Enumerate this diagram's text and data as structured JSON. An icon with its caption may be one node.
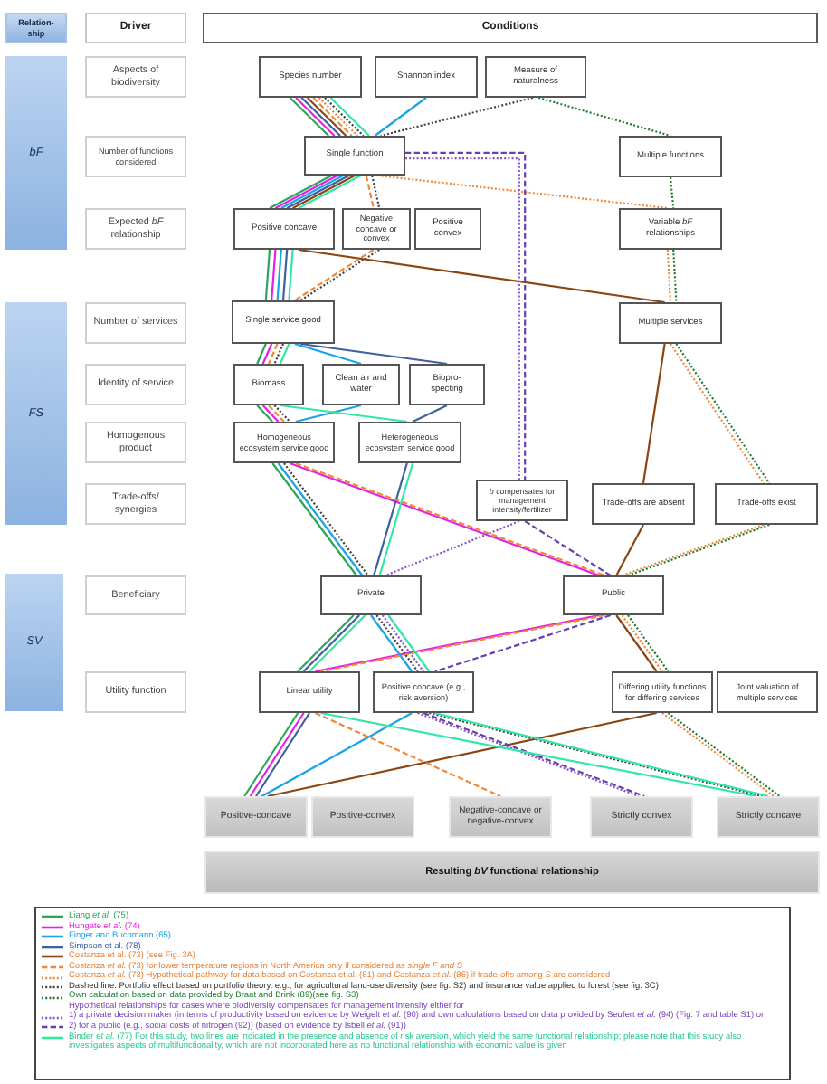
{
  "diagram": {
    "nodes": [
      {
        "text": [
          "Relation-ship"
        ]
      },
      {
        "text": [
          "Driver"
        ]
      },
      {
        "text": [
          "Conditions"
        ]
      },
      {
        "text": [
          "bF"
        ]
      },
      {
        "text": [
          "Aspects of biodiversity"
        ]
      },
      {
        "text": [
          "Number of functions considered"
        ]
      },
      {
        "text": [
          "Expected *bF* relationship"
        ]
      },
      {
        "text": [
          "FS"
        ]
      },
      {
        "text": [
          "Number of services"
        ]
      },
      {
        "text": [
          "Identity of service"
        ]
      },
      {
        "text": [
          "Homogenous product"
        ]
      },
      {
        "text": [
          "Trade-offs/ synergies"
        ]
      },
      {
        "text": [
          "SV"
        ]
      },
      {
        "text": [
          "Beneficiary"
        ]
      },
      {
        "text": [
          "Utility function"
        ]
      },
      {
        "text": [
          "Species number"
        ]
      },
      {
        "text": [
          "Shannon index"
        ]
      },
      {
        "text": [
          "Measure of naturalness"
        ]
      },
      {
        "text": [
          "Single function"
        ]
      },
      {
        "text": [
          "Multiple functions"
        ]
      },
      {
        "text": [
          "Positive concave"
        ]
      },
      {
        "text": [
          "Negative concave or convex"
        ]
      },
      {
        "text": [
          "Positive convex"
        ]
      },
      {
        "text": [
          "Variable *bF* relationships"
        ]
      },
      {
        "text": [
          "Single service good"
        ]
      },
      {
        "text": [
          "Multiple services"
        ]
      },
      {
        "text": [
          "Biomass"
        ]
      },
      {
        "text": [
          "Clean air and water"
        ]
      },
      {
        "text": [
          "Biopro-specting"
        ]
      },
      {
        "text": [
          "Homogeneous ecosystem service good"
        ]
      },
      {
        "text": [
          "Heterogeneous ecosystem service good"
        ]
      },
      {
        "text": [
          "*b* compensates for management intensity/fertilizer"
        ]
      },
      {
        "text": [
          "Trade-offs are absent"
        ]
      },
      {
        "text": [
          "Trade-offs exist"
        ]
      },
      {
        "text": [
          "Private"
        ]
      },
      {
        "text": [
          "Public"
        ]
      },
      {
        "text": [
          "Linear utility"
        ]
      },
      {
        "text": [
          "Positive concave (e.g., risk aversion)"
        ]
      },
      {
        "text": [
          "Differing utility functions for differing services"
        ]
      },
      {
        "text": [
          "Joint valuation of multiple services"
        ]
      },
      {
        "text": [
          "Positive-concave"
        ]
      },
      {
        "text": [
          "Positive-convex"
        ]
      },
      {
        "text": [
          "Negative-concave or negative-convex"
        ]
      },
      {
        "text": [
          "Strictly convex"
        ]
      },
      {
        "text": [
          "Strictly concave"
        ]
      },
      {
        "text": [
          "Resulting *bV* functional relationship"
        ]
      }
    ],
    "edges": [
      {
        "from": 15,
        "to": 18,
        "arrow": "none",
        "color": "#2aa55a"
      },
      {
        "from": 18,
        "to": 20,
        "arrow": "none",
        "color": "#2aa55a"
      },
      {
        "from": 20,
        "to": 24,
        "arrow": "none",
        "color": "#2aa55a"
      },
      {
        "from": 24,
        "to": 26,
        "arrow": "none",
        "color": "#2aa55a"
      },
      {
        "from": 26,
        "to": 29,
        "arrow": "none",
        "color": "#2aa55a"
      },
      {
        "from": 29,
        "to": 34,
        "arrow": "none",
        "color": "#2aa55a"
      },
      {
        "from": 34,
        "to": 36,
        "arrow": "none",
        "color": "#2aa55a"
      },
      {
        "from": 36,
        "to": 40,
        "arrow": "none",
        "color": "#2aa55a"
      },
      {
        "from": 15,
        "to": 18,
        "arrow": "none",
        "color": "#e61ee6"
      },
      {
        "from": 18,
        "to": 20,
        "arrow": "none",
        "color": "#e61ee6"
      },
      {
        "from": 20,
        "to": 24,
        "arrow": "none",
        "color": "#e61ee6"
      },
      {
        "from": 24,
        "to": 26,
        "arrow": "none",
        "color": "#e61ee6"
      },
      {
        "from": 26,
        "to": 29,
        "arrow": "none",
        "color": "#e61ee6"
      },
      {
        "from": 29,
        "to": 35,
        "arrow": "none",
        "color": "#e61ee6"
      },
      {
        "from": 35,
        "to": 36,
        "arrow": "none",
        "color": "#e61ee6"
      },
      {
        "from": 36,
        "to": 40,
        "arrow": "none",
        "color": "#e61ee6"
      },
      {
        "from": 16,
        "to": 18,
        "arrow": "none",
        "color": "#1aa3e8"
      },
      {
        "from": 18,
        "to": 20,
        "arrow": "none",
        "color": "#1aa3e8"
      },
      {
        "from": 20,
        "to": 24,
        "arrow": "none",
        "color": "#1aa3e8"
      },
      {
        "from": 24,
        "to": 27,
        "arrow": "none",
        "color": "#1aa3e8"
      },
      {
        "from": 27,
        "to": 29,
        "arrow": "none",
        "color": "#1aa3e8"
      },
      {
        "from": 29,
        "to": 34,
        "arrow": "none",
        "color": "#1aa3e8"
      },
      {
        "from": 34,
        "to": 37,
        "arrow": "none",
        "color": "#1aa3e8"
      },
      {
        "from": 37,
        "to": 40,
        "arrow": "none",
        "color": "#1aa3e8"
      },
      {
        "from": 15,
        "to": 18,
        "arrow": "none",
        "color": "#3f5f9f"
      },
      {
        "from": 18,
        "to": 20,
        "arrow": "none",
        "color": "#3f5f9f"
      },
      {
        "from": 20,
        "to": 24,
        "arrow": "none",
        "color": "#3f5f9f"
      },
      {
        "from": 24,
        "to": 28,
        "arrow": "none",
        "color": "#3f5f9f"
      },
      {
        "from": 28,
        "to": 30,
        "arrow": "none",
        "color": "#3f5f9f"
      },
      {
        "from": 30,
        "to": 34,
        "arrow": "none",
        "color": "#3f5f9f"
      },
      {
        "from": 34,
        "to": 36,
        "arrow": "none",
        "color": "#3f5f9f"
      },
      {
        "from": 36,
        "to": 40,
        "arrow": "none",
        "color": "#3f5f9f"
      },
      {
        "from": 15,
        "to": 18,
        "arrow": "none",
        "color": "#8a4513"
      },
      {
        "from": 18,
        "to": 20,
        "arrow": "none",
        "color": "#8a4513"
      },
      {
        "from": 20,
        "to": 25,
        "arrow": "none",
        "color": "#8a4513"
      },
      {
        "from": 25,
        "to": 32,
        "arrow": "none",
        "color": "#8a4513"
      },
      {
        "from": 32,
        "to": 35,
        "arrow": "none",
        "color": "#8a4513"
      },
      {
        "from": 35,
        "to": 38,
        "arrow": "none",
        "color": "#8a4513"
      },
      {
        "from": 38,
        "to": 40,
        "arrow": "none",
        "color": "#8a4513"
      },
      {
        "from": 15,
        "to": 18,
        "arrow": "none",
        "style": "dashed",
        "color": "#f0883a"
      },
      {
        "from": 18,
        "to": 21,
        "arrow": "none",
        "style": "dashed",
        "color": "#f0883a"
      },
      {
        "from": 21,
        "to": 24,
        "arrow": "none",
        "style": "dashed",
        "color": "#f0883a"
      },
      {
        "from": 24,
        "to": 26,
        "arrow": "none",
        "style": "dashed",
        "color": "#f0883a"
      },
      {
        "from": 26,
        "to": 29,
        "arrow": "none",
        "style": "dashed",
        "color": "#f0883a"
      },
      {
        "from": 29,
        "to": 35,
        "arrow": "none",
        "style": "dashed",
        "color": "#f0883a"
      },
      {
        "from": 35,
        "to": 36,
        "arrow": "none",
        "style": "dashed",
        "color": "#f0883a"
      },
      {
        "from": 36,
        "to": 42,
        "arrow": "none",
        "style": "dashed",
        "color": "#f0883a"
      },
      {
        "from": 15,
        "to": 18,
        "arrow": "none",
        "style": "dashed",
        "color": "#f0883a"
      },
      {
        "from": 18,
        "to": 23,
        "arrow": "none",
        "style": "dashed",
        "color": "#f0883a"
      },
      {
        "from": 23,
        "to": 25,
        "arrow": "none",
        "style": "dashed",
        "color": "#f0883a"
      },
      {
        "from": 25,
        "to": 33,
        "arrow": "none",
        "style": "dashed",
        "color": "#f0883a"
      },
      {
        "from": 33,
        "to": 35,
        "arrow": "none",
        "style": "dashed",
        "color": "#f0883a"
      },
      {
        "from": 35,
        "to": 38,
        "arrow": "none",
        "style": "dashed",
        "color": "#f0883a"
      },
      {
        "from": 38,
        "to": 44,
        "arrow": "none",
        "style": "dashed",
        "color": "#f0883a"
      },
      {
        "from": 15,
        "to": 18,
        "arrow": "none",
        "style": "dashed",
        "color": "#404040"
      },
      {
        "from": 17,
        "to": 18,
        "arrow": "none",
        "style": "dashed",
        "color": "#404040"
      },
      {
        "from": 18,
        "to": 21,
        "arrow": "none",
        "style": "dashed",
        "color": "#404040"
      },
      {
        "from": 21,
        "to": 24,
        "arrow": "none",
        "style": "dashed",
        "color": "#404040"
      },
      {
        "from": 24,
        "to": 26,
        "arrow": "none",
        "style": "dashed",
        "color": "#404040"
      },
      {
        "from": 26,
        "to": 29,
        "arrow": "none",
        "style": "dashed",
        "color": "#404040"
      },
      {
        "from": 29,
        "to": 34,
        "arrow": "none",
        "style": "dashed",
        "color": "#404040"
      },
      {
        "from": 34,
        "to": 37,
        "arrow": "none",
        "style": "dashed",
        "color": "#404040"
      },
      {
        "from": 37,
        "to": 44,
        "arrow": "none",
        "style": "dashed",
        "color": "#404040"
      },
      {
        "from": 17,
        "to": 19,
        "arrow": "none",
        "style": "dashed",
        "color": "#1f7a32"
      },
      {
        "from": 19,
        "to": 23,
        "arrow": "none",
        "style": "dashed",
        "color": "#1f7a32"
      },
      {
        "from": 23,
        "to": 25,
        "arrow": "none",
        "style": "dashed",
        "color": "#1f7a32"
      },
      {
        "from": 25,
        "to": 33,
        "arrow": "none",
        "style": "dashed",
        "color": "#1f7a32"
      },
      {
        "from": 33,
        "to": 35,
        "arrow": "none",
        "style": "dashed",
        "color": "#1f7a32"
      },
      {
        "from": 35,
        "to": 38,
        "arrow": "none",
        "style": "dashed",
        "color": "#1f7a32"
      },
      {
        "from": 38,
        "to": 44,
        "arrow": "none",
        "style": "dashed",
        "color": "#1f7a32"
      },
      {
        "from": 18,
        "to": 31,
        "arrow": "none",
        "style": "dashed",
        "color": "#8a50d0"
      },
      {
        "from": 31,
        "to": 34,
        "arrow": "none",
        "style": "dashed",
        "color": "#8a50d0"
      },
      {
        "from": 34,
        "to": 37,
        "arrow": "none",
        "style": "dashed",
        "color": "#8a50d0"
      },
      {
        "from": 37,
        "to": 43,
        "arrow": "none",
        "style": "dashed",
        "color": "#8a50d0"
      },
      {
        "from": 18,
        "to": 31,
        "arrow": "none",
        "style": "dashed",
        "color": "#6640b0"
      },
      {
        "from": 31,
        "to": 35,
        "arrow": "none",
        "style": "dashed",
        "color": "#6640b0"
      },
      {
        "from": 35,
        "to": 37,
        "arrow": "none",
        "style": "dashed",
        "color": "#6640b0"
      },
      {
        "from": 37,
        "to": 43,
        "arrow": "none",
        "style": "dashed",
        "color": "#6640b0"
      },
      {
        "from": 15,
        "to": 18,
        "arrow": "none",
        "color": "#33e6a6"
      },
      {
        "from": 18,
        "to": 20,
        "arrow": "none",
        "color": "#33e6a6"
      },
      {
        "from": 20,
        "to": 24,
        "arrow": "none",
        "color": "#33e6a6"
      },
      {
        "from": 24,
        "to": 26,
        "arrow": "none",
        "color": "#33e6a6"
      },
      {
        "from": 26,
        "to": 30,
        "arrow": "none",
        "color": "#33e6a6"
      },
      {
        "from": 30,
        "to": 34,
        "arrow": "none",
        "color": "#33e6a6"
      },
      {
        "from": 34,
        "to": 36,
        "arrow": "none",
        "color": "#33e6a6"
      },
      {
        "from": 34,
        "to": 37,
        "arrow": "none",
        "color": "#33e6a6"
      },
      {
        "from": 36,
        "to": 44,
        "arrow": "none",
        "color": "#33e6a6"
      },
      {
        "from": 37,
        "to": 44,
        "arrow": "none",
        "color": "#33e6a6"
      }
    ],
    "legend": [
      {
        "text": "Liang *et al.* (75)"
      },
      {
        "text": "Hungate *et al.* (74)"
      },
      {
        "text": "Finger and Buchmann (65)"
      },
      {
        "text": "Simpson et al. (78)"
      },
      {
        "text": "Costanza et al. (73) (see Fig. 3A)"
      },
      {
        "text": "Costanza *et al.* (73) for lower temperature regions in North America only if considered as *single F and S*"
      },
      {
        "text": "Costanza *et al.* (73) Hypothetical pathway for data based on Costanza et al. (81) and Costanza *et al.* (86) if trade-offs among *S* are considered"
      },
      {
        "text": "Dashed line: Portfolio effect based on portfolio theory, e.g., for agricultural land-use diversity (see fig. S2) and insurance value applied to forest (see fig. 3C)"
      },
      {
        "text": "Own calculation based on data provided by Braat and Brink (89)(see fig. S3)"
      },
      {
        "text": "Hypothetical relationships for cases where biodiversity compensates for management intensity either for"
      },
      {
        "text": "1) a private decision maker (in terms of productivity based on evidence by Weigelt *et al.* (90) and own calculations based on data provided by Seufert *et al.* (94) (Fig. 7 and table S1) or"
      },
      {
        "text": "2) for a public (e.g., social costs of nitrogen (92)) (based on evidence by Isbell *et al.* (91))"
      },
      {
        "text": "Binder *et al.* (77) For this study, two lines are indicated in the presence and absence of risk aversion, which yield the same functional relationship; please note that this study also investigates aspects of multifunctionality, which are not incorporated here as no functional relationship with economic value is given"
      }
    ]
  }
}
